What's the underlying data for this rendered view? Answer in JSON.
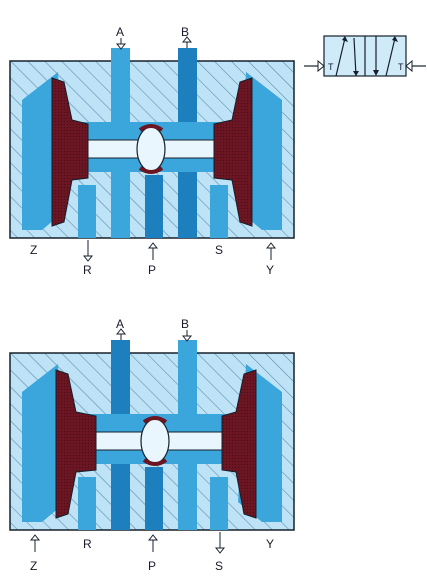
{
  "colors": {
    "body_fill": "#bfe3f6",
    "hatch": "#5c8fb0",
    "channel": "#3aa6dc",
    "channel_dark": "#1d7fbd",
    "piston": "#6b1622",
    "piston_dot": "#4a0c16",
    "spool": "#eaf6fd",
    "outline": "#16202c",
    "symbol_fill": "#cfeaf8"
  },
  "symbol": {
    "left_label": "T",
    "right_label": "T"
  },
  "valves": [
    {
      "id": "top",
      "ports_top": [
        "A",
        "B"
      ],
      "ports_bottom": [
        "Z",
        "R",
        "P",
        "S",
        "Y"
      ],
      "pilot_active": "Z"
    },
    {
      "id": "bottom",
      "ports_top": [
        "A",
        "B"
      ],
      "ports_bottom": [
        "Z",
        "R",
        "P",
        "S",
        "Y"
      ],
      "pilot_active": "Z"
    }
  ]
}
